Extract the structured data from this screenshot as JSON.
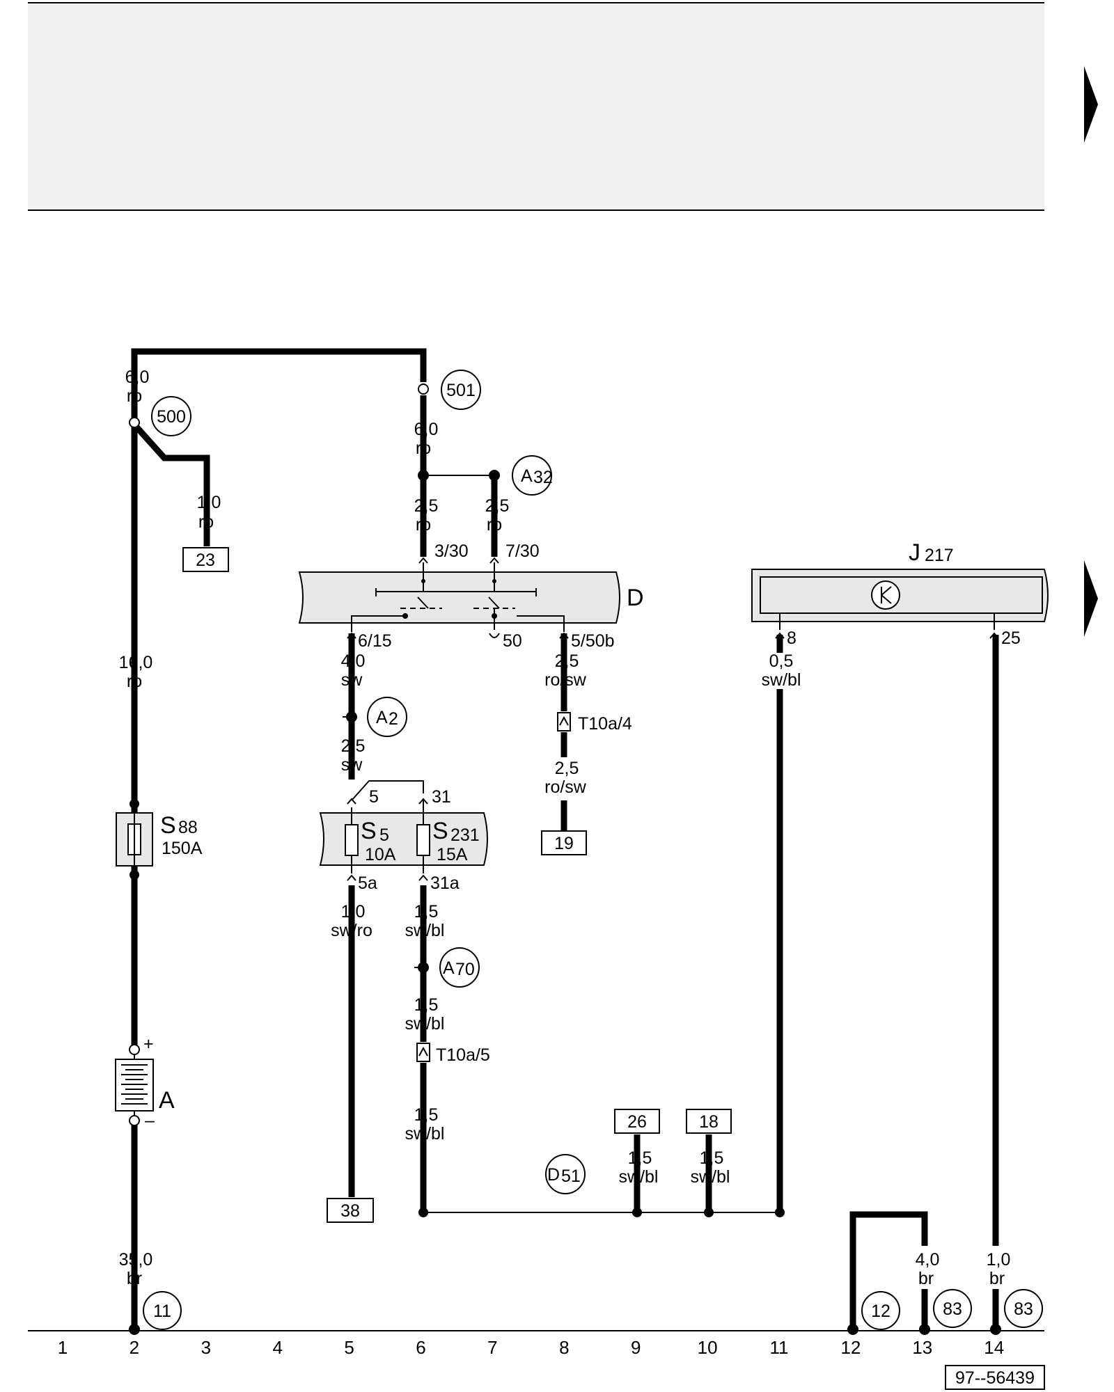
{
  "component_labels": {
    "D": "D",
    "J217_main": "J",
    "J217_sub": "217",
    "S88_main": "S",
    "S88_sub": "88",
    "S88_rating": "150A",
    "S5_main": "S",
    "S5_sub": "5",
    "S5_rating": "10A",
    "S231_main": "S",
    "S231_sub": "231",
    "S231_rating": "15A",
    "A": "A",
    "plus": "+",
    "minus": "–"
  },
  "pins": {
    "p3_30": "3/30",
    "p7_30": "7/30",
    "p6_15": "6/15",
    "p50": "50",
    "p5_50b": "5/50b",
    "p8": "8",
    "p25": "25",
    "p5": "5",
    "p31": "31",
    "p5a": "5a",
    "p31a": "31a",
    "T10a_4": "T10a/4",
    "T10a_5": "T10a/5"
  },
  "circle_refs": {
    "r500": "500",
    "r501": "501",
    "A32_main": "A",
    "A32_sub": "32",
    "A2_main": "A",
    "A2_sub": "2",
    "A70_main": "A",
    "A70_sub": "70",
    "D51_main": "D",
    "D51_sub": "51",
    "r11": "11",
    "r12": "12",
    "r83a": "83",
    "r83b": "83"
  },
  "box_refs": {
    "b23": "23",
    "b19": "19",
    "b38": "38",
    "b26": "26",
    "b18": "18"
  },
  "wire_labels": {
    "w1_size": "6,0",
    "w1_color": "ro",
    "w2_size": "1,0",
    "w2_color": "ro",
    "w3_size": "16,0",
    "w3_color": "ro",
    "w4_size": "35,0",
    "w4_color": "br",
    "w5_size": "6,0",
    "w5_color": "ro",
    "w6_size": "2,5",
    "w6_color": "ro",
    "w7_size": "2,5",
    "w7_color": "ro",
    "w8_size": "4,0",
    "w8_color": "sw",
    "w9_size": "2,5",
    "w9_color": "sw",
    "w10_size": "1,0",
    "w10_color": "sw/ro",
    "w11_size": "1,5",
    "w11_color": "sw/bl",
    "w12_size": "1,5",
    "w12_color": "sw/bl",
    "w13_size": "1,5",
    "w13_color": "sw/bl",
    "w14_size": "2,5",
    "w14_color": "ro/sw",
    "w15_size": "2,5",
    "w15_color": "ro/sw",
    "w16_size": "0,5",
    "w16_color": "sw/bl",
    "w17_size": "1,5",
    "w17_color": "sw/bl",
    "w18_size": "1,5",
    "w18_color": "sw/bl",
    "w19_size": "4,0",
    "w19_color": "br",
    "w20_size": "1,0",
    "w20_color": "br"
  },
  "columns": [
    "1",
    "2",
    "3",
    "4",
    "5",
    "6",
    "7",
    "8",
    "9",
    "10",
    "11",
    "12",
    "13",
    "14"
  ],
  "diagram_id": "97--56439"
}
